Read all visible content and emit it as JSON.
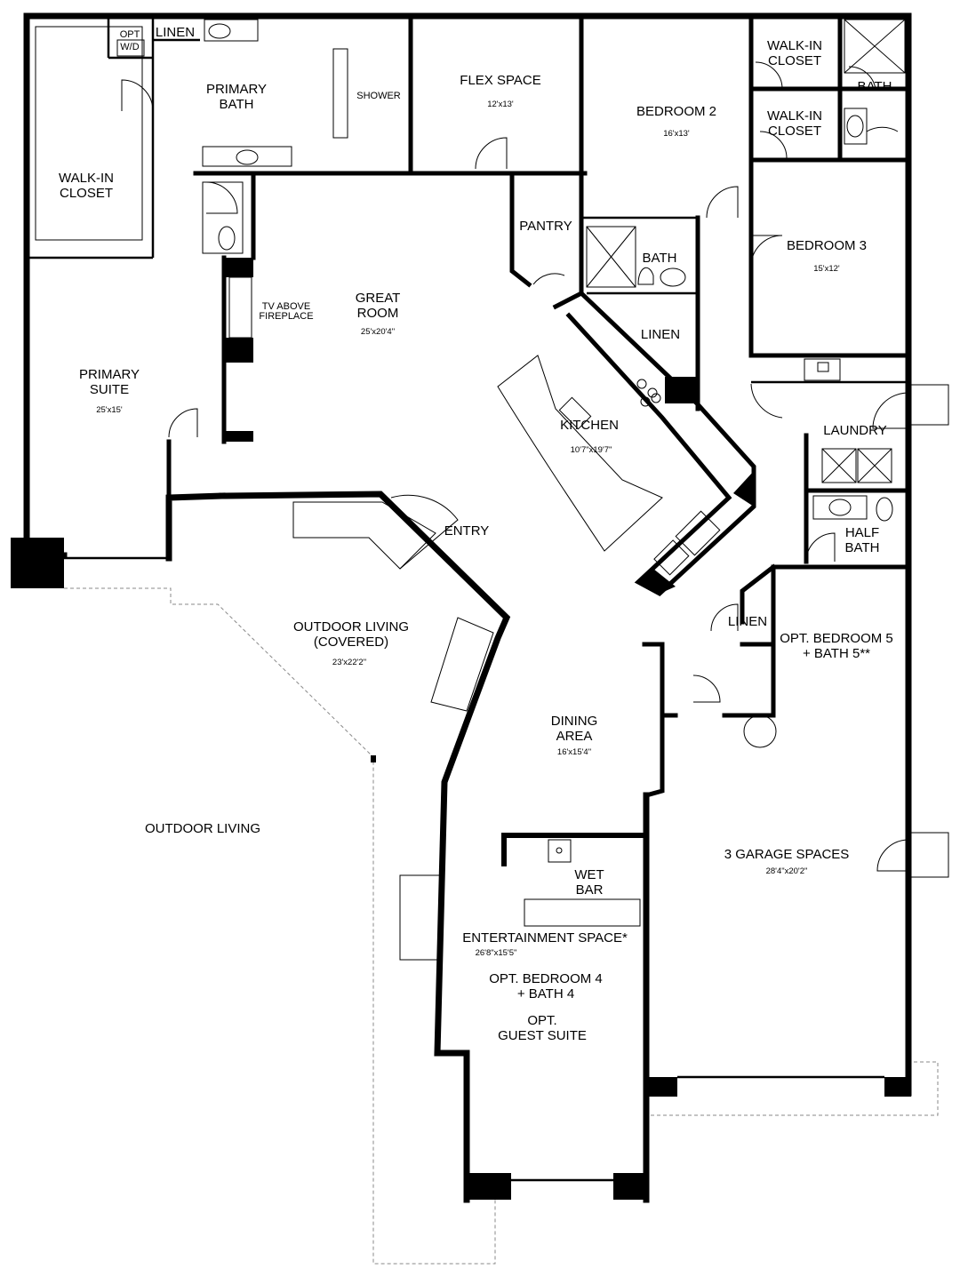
{
  "rooms": {
    "opt_wd": {
      "name": [
        "OPT",
        "W/D"
      ]
    },
    "linen_primary": {
      "name": [
        "LINEN"
      ]
    },
    "walkin_primary": {
      "name": [
        "WALK-IN",
        "CLOSET"
      ]
    },
    "primary_bath": {
      "name": [
        "PRIMARY",
        "BATH"
      ]
    },
    "shower": {
      "name": [
        "SHOWER"
      ]
    },
    "flex_space": {
      "name": [
        "FLEX SPACE"
      ],
      "dim": "12'x13'"
    },
    "bedroom2": {
      "name": [
        "BEDROOM 2"
      ],
      "dim": "16'x13'"
    },
    "walkin_upper": {
      "name": [
        "WALK-IN",
        "CLOSET"
      ]
    },
    "bath_upper": {
      "name": [
        "BATH"
      ]
    },
    "walkin_lower": {
      "name": [
        "WALK-IN",
        "CLOSET"
      ]
    },
    "pantry": {
      "name": [
        "PANTRY"
      ]
    },
    "bath_mid": {
      "name": [
        "BATH"
      ]
    },
    "bedroom3": {
      "name": [
        "BEDROOM 3"
      ],
      "dim": "15'x12'"
    },
    "great_room": {
      "name": [
        "GREAT",
        "ROOM"
      ],
      "dim": "25'x20'4\""
    },
    "tv": {
      "name": [
        "TV ABOVE",
        "FIREPLACE"
      ]
    },
    "linen_mid": {
      "name": [
        "LINEN"
      ]
    },
    "primary_suite": {
      "name": [
        "PRIMARY",
        "SUITE"
      ],
      "dim": "25'x15'"
    },
    "kitchen": {
      "name": [
        "KITCHEN"
      ],
      "dim": "10'7\"x19'7\""
    },
    "laundry": {
      "name": [
        "LAUNDRY"
      ]
    },
    "entry": {
      "name": [
        "ENTRY"
      ]
    },
    "half_bath": {
      "name": [
        "HALF",
        "BATH"
      ]
    },
    "linen_lower": {
      "name": [
        "LINEN"
      ]
    },
    "opt_bed5": {
      "name": [
        "OPT. BEDROOM 5",
        "+ BATH 5**"
      ]
    },
    "outdoor_covered": {
      "name": [
        "OUTDOOR LIVING",
        "(COVERED)"
      ],
      "dim": "23'x22'2\""
    },
    "dining": {
      "name": [
        "DINING",
        "AREA"
      ],
      "dim": "16'x15'4\""
    },
    "outdoor": {
      "name": [
        "OUTDOOR LIVING"
      ]
    },
    "garage": {
      "name": [
        "3 GARAGE SPACES"
      ],
      "dim": "28'4\"x20'2\""
    },
    "wet_bar": {
      "name": [
        "WET",
        "BAR"
      ]
    },
    "entertainment": {
      "name": [
        "ENTERTAINMENT SPACE*"
      ],
      "dim": "26'8\"x15'5\""
    },
    "opt_bed4": {
      "name": [
        "OPT. BEDROOM 4",
        "+ BATH 4"
      ]
    },
    "guest_suite": {
      "name": [
        "OPT.",
        "GUEST SUITE"
      ]
    }
  }
}
